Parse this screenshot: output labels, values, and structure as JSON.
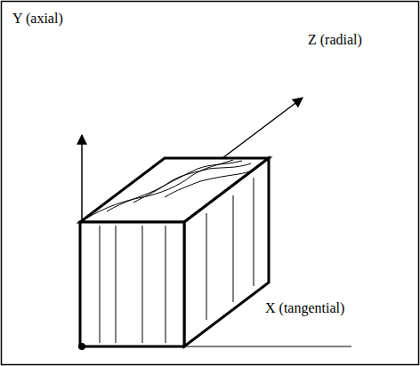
{
  "diagram": {
    "labels": [
      "Y (axial)",
      "Z (radial)",
      "X (tangential)"
    ]
  }
}
